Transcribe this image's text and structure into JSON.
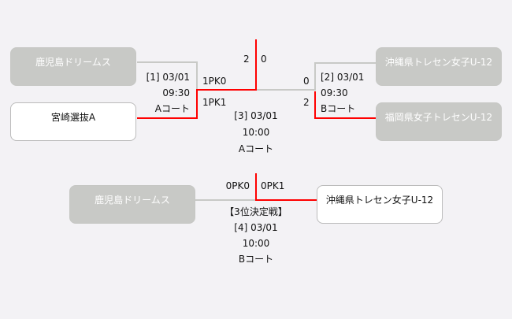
{
  "matches": [
    {
      "id": "[1] 03/01",
      "time": "09:30",
      "court": "Aコート",
      "team_top": "鹿児島ドリームス",
      "team_bottom": "宮崎選抜A",
      "score_top": "1PK0",
      "score_bottom": "1PK1"
    },
    {
      "id": "[2] 03/01",
      "time": "09:30",
      "court": "Bコート",
      "team_top": "沖縄県トレセン女子U-12",
      "team_bottom": "福岡県女子トレセンU-12",
      "score_top": "0",
      "score_bottom": "2"
    },
    {
      "id": "[3] 03/01",
      "time": "10:00",
      "court": "Aコート",
      "score_left": "2",
      "score_right": "0"
    },
    {
      "label": "【3位決定戦】",
      "id": "[4] 03/01",
      "time": "10:00",
      "court": "Bコート",
      "team_left": "鹿児島ドリームス",
      "team_right": "沖縄県トレセン女子U-12",
      "score_left": "0PK0",
      "score_right": "0PK1"
    }
  ],
  "colors": {
    "winner_line": "#ff0000",
    "loser_line": "#c8c9c6",
    "loser_box": "#c8c9c6"
  }
}
